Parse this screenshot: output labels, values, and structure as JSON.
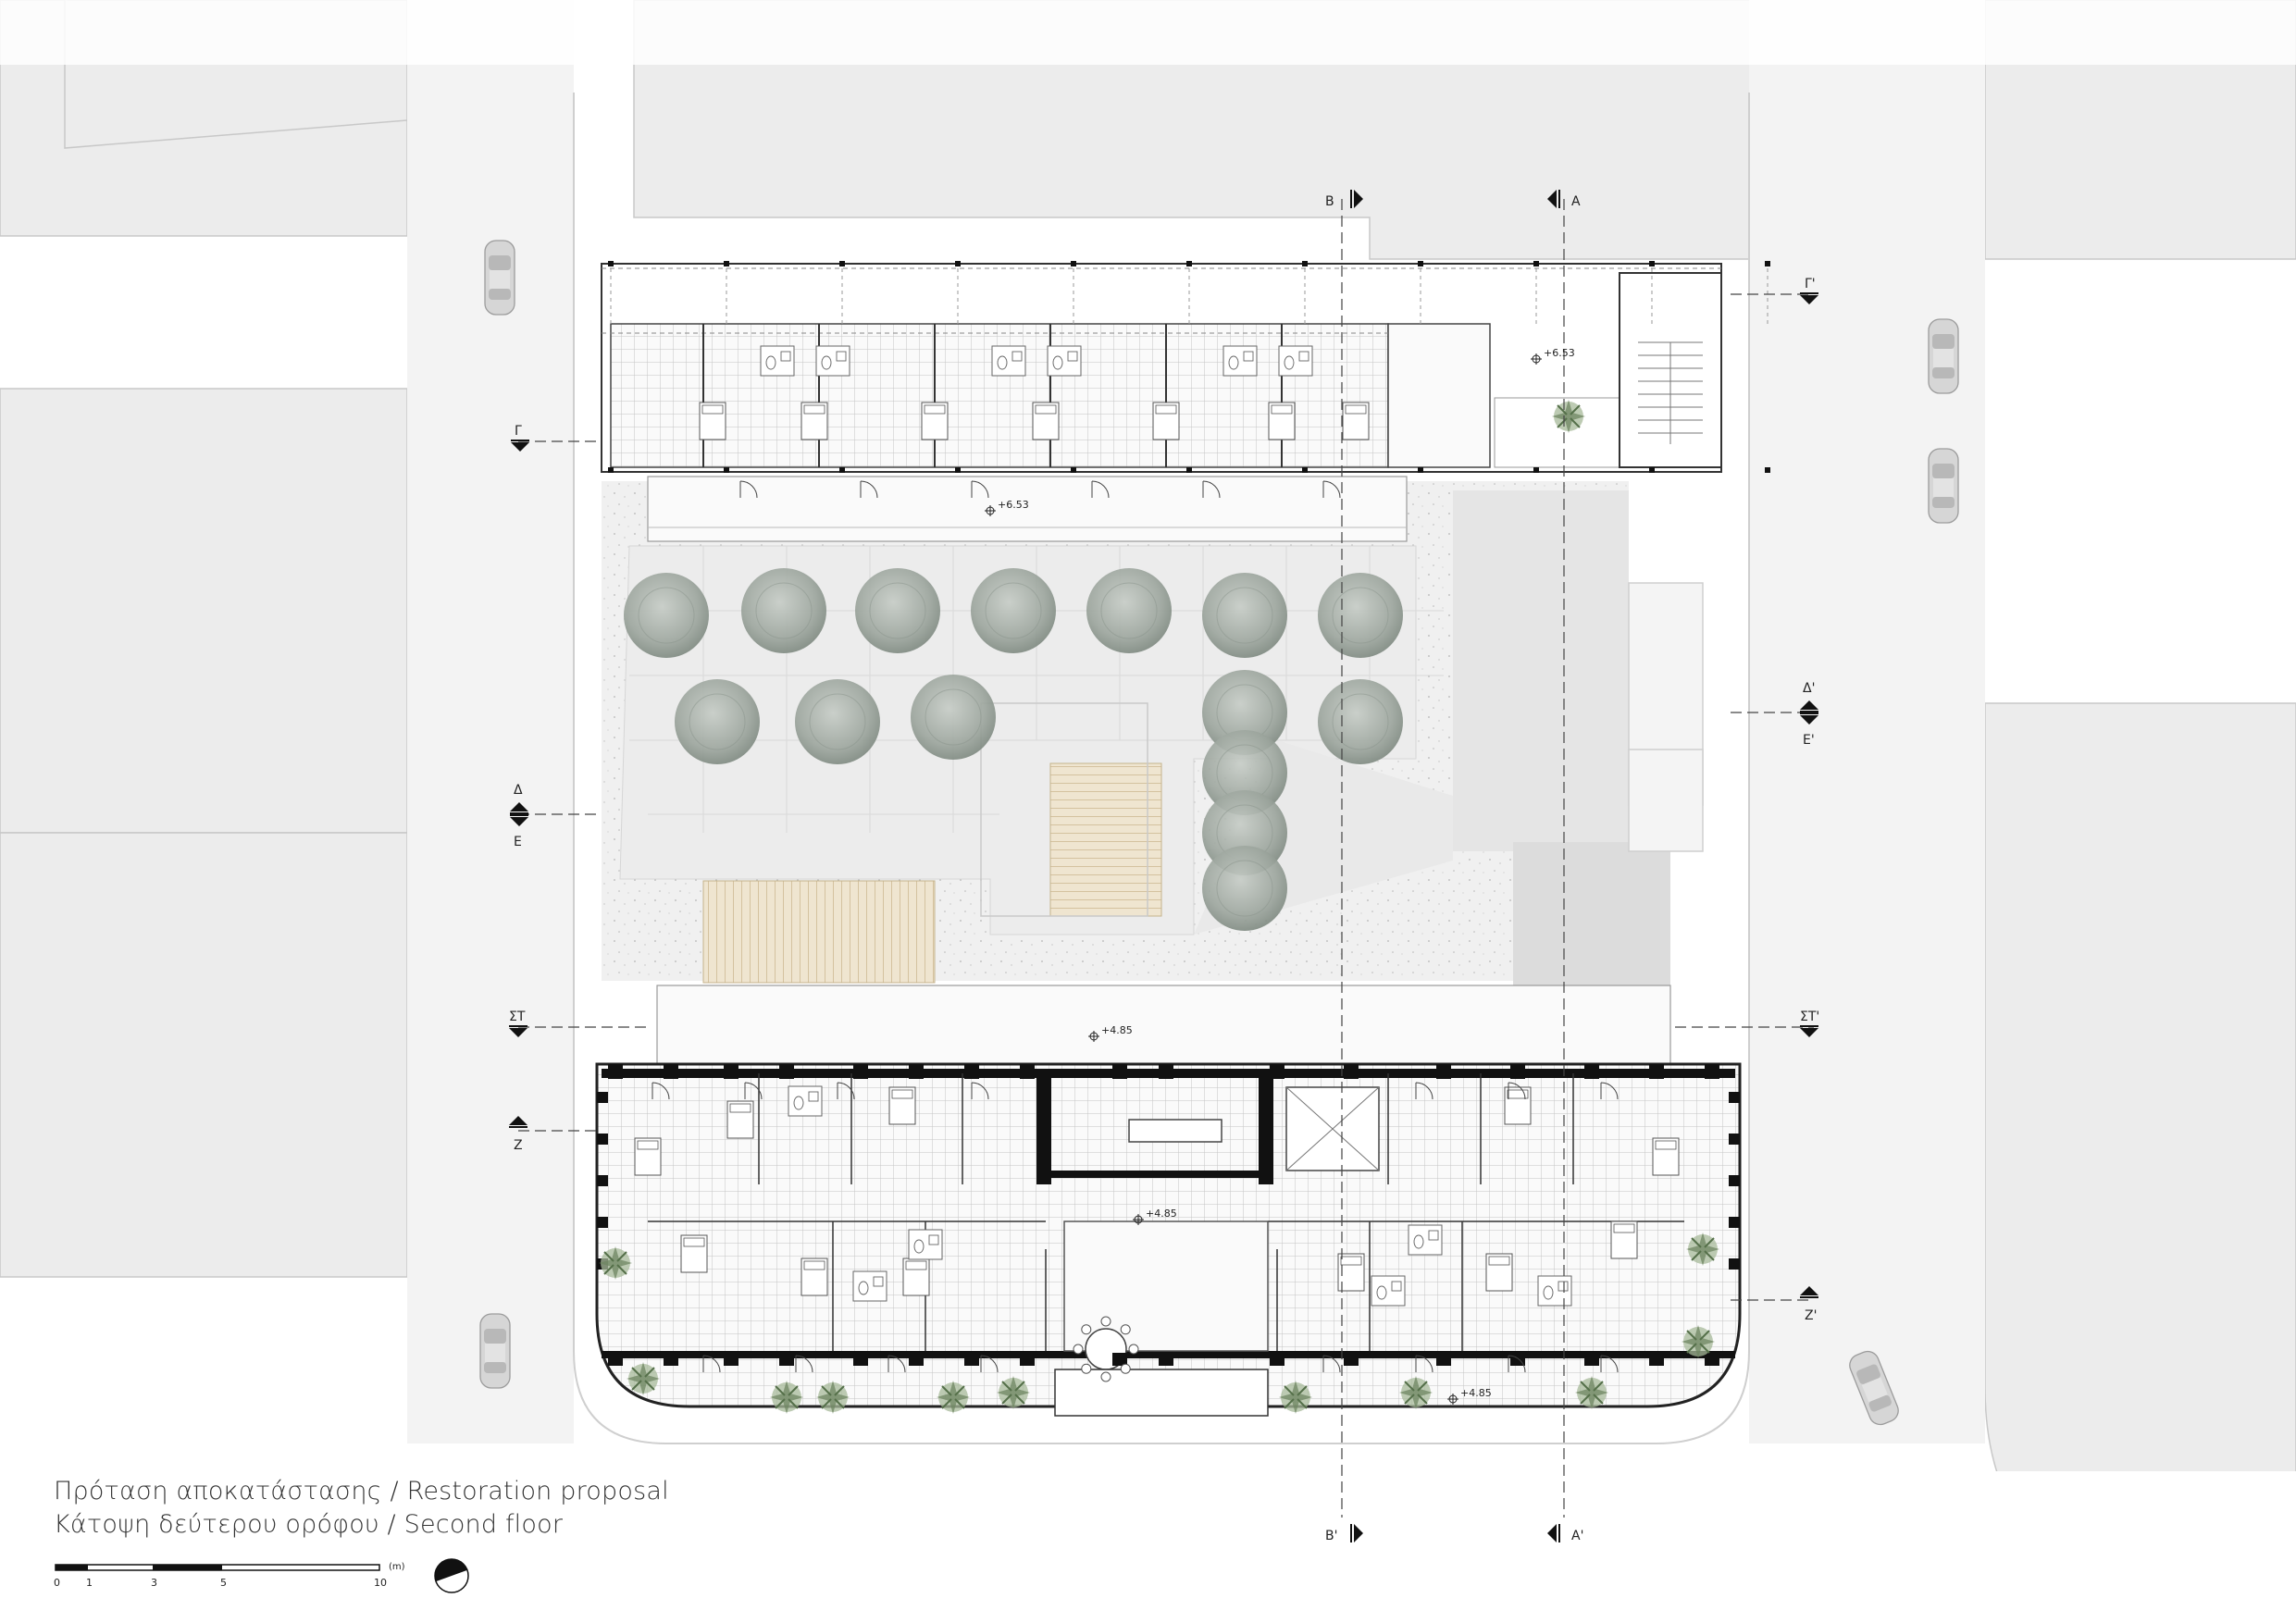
{
  "title": {
    "line1": "Πρόταση αποκατάστασης / Restoration proposal",
    "line2": "Κάτοψη δεύτερου ορόφου / Second floor"
  },
  "scale_bar": {
    "ticks": [
      "0",
      "1",
      "3",
      "5",
      "10"
    ],
    "unit": "(m)"
  },
  "section_markers": {
    "A": "A",
    "A_prime": "A'",
    "B": "B",
    "B_prime": "B'",
    "G_left": "Γ",
    "G_right": "Γ'",
    "D_left": "Δ",
    "E_left": "Ε",
    "D_right": "Δ'",
    "E_right": "Ε'",
    "ST_left": "ΣΤ",
    "ST_right": "ΣΤ'",
    "Z_left": "Ζ",
    "Z_right": "Ζ'"
  },
  "levels": {
    "north_upper": "+6.53",
    "north_gallery": "+6.53",
    "south_gallery": "+4.85",
    "south_corridor": "+4.85",
    "south_bottom": "+4.85"
  },
  "colors": {
    "background": "#ffffff",
    "neighbour_block": "#ececec",
    "street_line": "#c9c9c9",
    "courtyard": "#f1f1f1",
    "tree": "#9aa39b",
    "deck": "#e8dcc4",
    "wall": "#111111",
    "floor_grid": "#bdbdbd"
  }
}
